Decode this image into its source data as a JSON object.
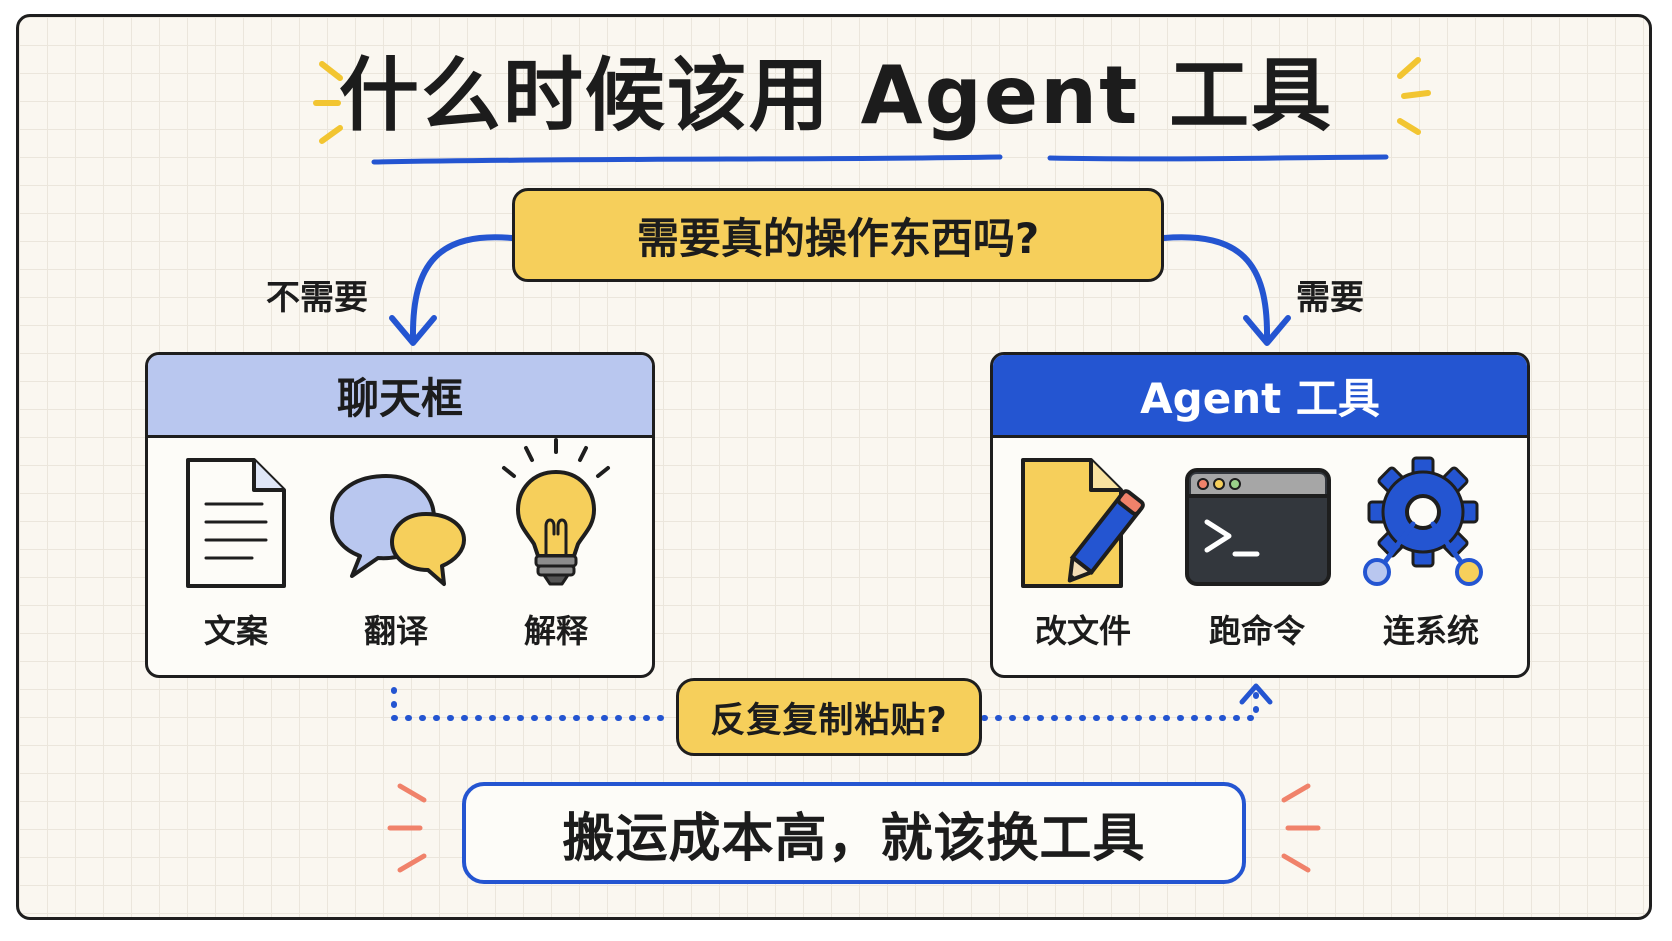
{
  "title": "什么时候该用 Agent 工具",
  "question": "需要真的操作东西吗?",
  "branches": {
    "no": "不需要",
    "yes": "需要"
  },
  "left_panel": {
    "title": "聊天框",
    "items": [
      {
        "label": "文案",
        "icon": "document-icon"
      },
      {
        "label": "翻译",
        "icon": "speech-bubbles-icon"
      },
      {
        "label": "解释",
        "icon": "lightbulb-icon"
      }
    ]
  },
  "right_panel": {
    "title": "Agent 工具",
    "items": [
      {
        "label": "改文件",
        "icon": "file-edit-icon"
      },
      {
        "label": "跑命令",
        "icon": "terminal-icon"
      },
      {
        "label": "连系统",
        "icon": "gear-network-icon"
      }
    ]
  },
  "copy_paste": "反复复制粘贴?",
  "conclusion": "搬运成本高，就该换工具",
  "colors": {
    "yellow": "#f6cf5b",
    "blue": "#2455d1",
    "light_blue": "#b9c7ef",
    "accent_orange": "#f0826a",
    "accent_yellow": "#f2c531",
    "background": "#faf7f0"
  }
}
